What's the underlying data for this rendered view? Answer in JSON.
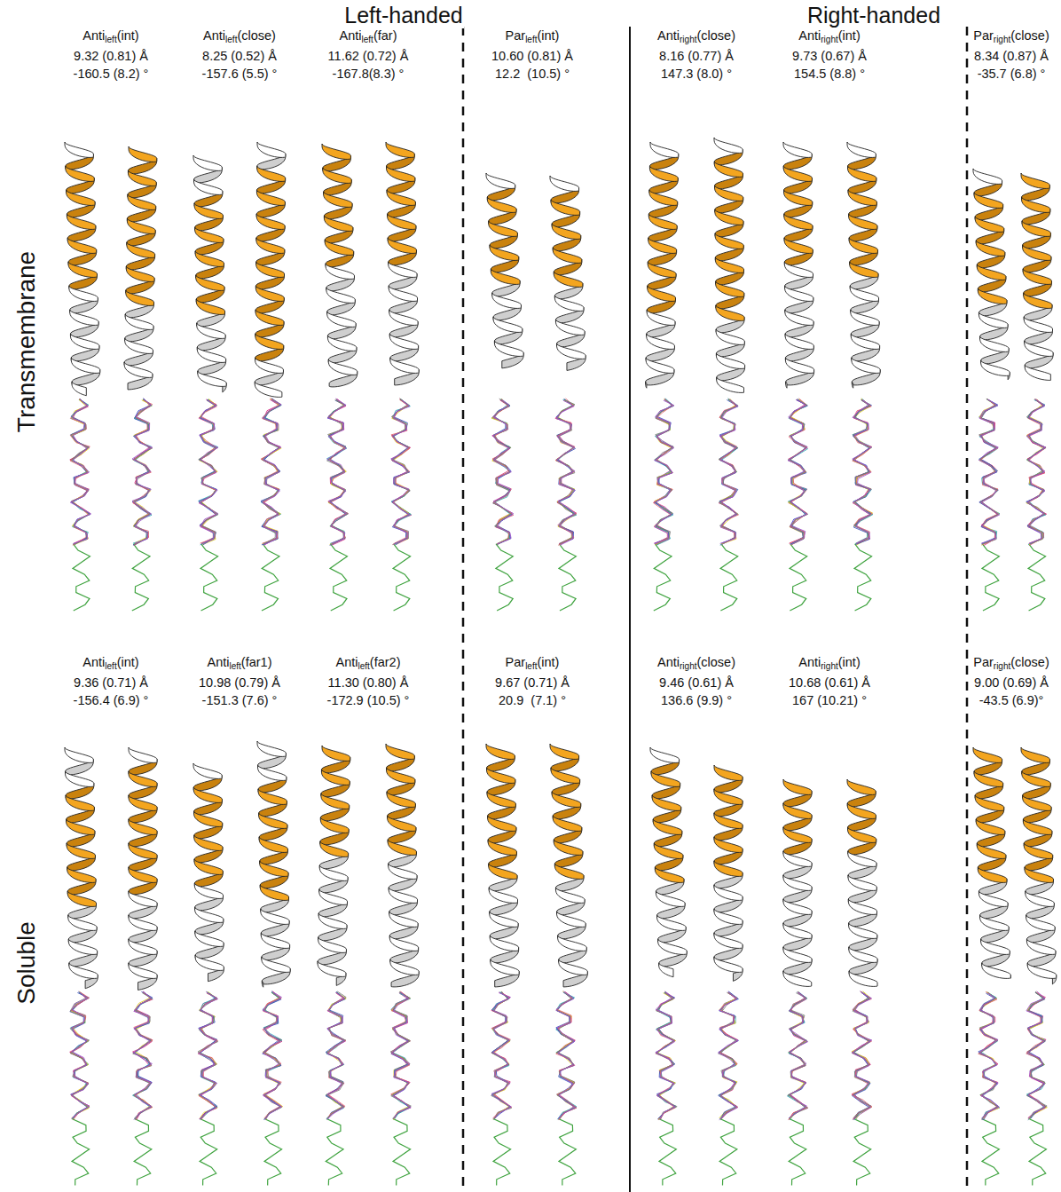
{
  "diagram": {
    "labels": [
      "Left-handed",
      "Right-handed",
      "Transmembrane",
      "Soluble",
      "Anti",
      "left",
      "(int)",
      "9.32 (0.81) Å",
      "-160.5 (8.2) °",
      "Anti",
      "left",
      "(close)",
      "8.25 (0.52) Å",
      "-157.6 (5.5) °",
      "Anti",
      "left",
      "(far)",
      "11.62 (0.72) Å",
      "-167.8(8.3) °",
      "Par",
      "left",
      "(int)",
      "10.60 (0.81) Å",
      "12.2  (10.5) °",
      "Anti",
      "right",
      "(close)",
      "8.16 (0.77) Å",
      "147.3 (8.0) °",
      "Anti",
      "right",
      "(int)",
      "9.73 (0.67) Å",
      "154.5 (8.8) °",
      "Par",
      "right",
      "(close)",
      "8.34 (0.87) Å",
      "-35.7 (6.8) °",
      "Anti",
      "left",
      "(int)",
      "9.36 (0.71) Å",
      "-156.4 (6.9) °",
      "Anti",
      "left",
      "(far1)",
      "10.98 (0.79) Å",
      "-151.3 (7.6) °",
      "Anti",
      "left",
      "(far2)",
      "11.30 (0.80) Å",
      "-172.9 (10.5) °",
      "Par",
      "left",
      "(int)",
      "9.67 (0.71) Å",
      "20.9  (7.1) °",
      "Anti",
      "right",
      "(close)",
      "9.46 (0.61) Å",
      "136.6 (9.9) °",
      "Anti",
      "right",
      "(int)",
      "10.68 (0.61) Å",
      "167 (10.21) °",
      "Par",
      "right",
      "(close)",
      "9.00 (0.69) Å",
      "-43.5 (6.9)°"
    ]
  }
}
